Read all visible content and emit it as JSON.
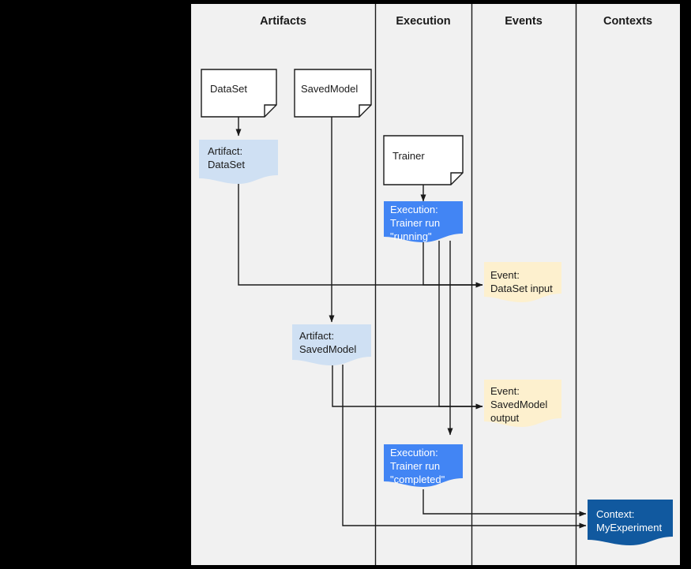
{
  "diagram": {
    "type": "swimlane-lineage-diagram",
    "background_color": "#f1f1f1",
    "page_background": "#000000",
    "columns": [
      {
        "id": "artifacts",
        "label": "Artifacts"
      },
      {
        "id": "execution",
        "label": "Execution"
      },
      {
        "id": "events",
        "label": "Events"
      },
      {
        "id": "contexts",
        "label": "Contexts"
      }
    ],
    "colors": {
      "artifact_fill": "#cfe0f3",
      "execution_fill": "#4285f4",
      "event_fill": "#fdf0ce",
      "context_fill": "#11599f",
      "type_fill": "#ffffff",
      "stroke": "#1a1a1a",
      "lane_divider": "#1a1a1a"
    },
    "nodes": [
      {
        "id": "type-dataset",
        "kind": "document-type",
        "column": "artifacts",
        "label": "DataSet"
      },
      {
        "id": "type-savedmodel",
        "kind": "document-type",
        "column": "artifacts",
        "label": "SavedModel"
      },
      {
        "id": "type-trainer",
        "kind": "document-type",
        "column": "execution",
        "label": "Trainer"
      },
      {
        "id": "artifact-dataset",
        "kind": "artifact",
        "column": "artifacts",
        "label": "Artifact:\nDataSet"
      },
      {
        "id": "artifact-savedmodel",
        "kind": "artifact",
        "column": "artifacts",
        "label": "Artifact:\nSavedModel"
      },
      {
        "id": "execution-running",
        "kind": "execution",
        "column": "execution",
        "label": "Execution:\nTrainer run\n\"running\""
      },
      {
        "id": "execution-completed",
        "kind": "execution",
        "column": "execution",
        "label": "Execution:\nTrainer run\n\"completed\""
      },
      {
        "id": "event-dataset-input",
        "kind": "event",
        "column": "events",
        "label": "Event:\nDataSet input"
      },
      {
        "id": "event-savedmodel-output",
        "kind": "event",
        "column": "events",
        "label": "Event:\nSavedModel\noutput"
      },
      {
        "id": "context-myexperiment",
        "kind": "context",
        "column": "contexts",
        "label": "Context:\nMyExperiment"
      }
    ],
    "edges": [
      {
        "from": "type-dataset",
        "to": "artifact-dataset",
        "style": "arrow"
      },
      {
        "from": "type-trainer",
        "to": "execution-running",
        "style": "arrow"
      },
      {
        "from": "type-savedmodel",
        "to": "artifact-savedmodel",
        "style": "arrow"
      },
      {
        "from": "artifact-dataset",
        "to": "event-dataset-input",
        "style": "arrow"
      },
      {
        "from": "execution-running",
        "to": "event-dataset-input",
        "style": "arrow"
      },
      {
        "from": "execution-running",
        "to": "event-savedmodel-output",
        "style": "arrow"
      },
      {
        "from": "execution-running",
        "to": "execution-completed",
        "style": "arrow"
      },
      {
        "from": "artifact-savedmodel",
        "to": "event-savedmodel-output",
        "style": "arrow"
      },
      {
        "from": "execution-completed",
        "to": "context-myexperiment",
        "style": "arrow"
      },
      {
        "from": "artifact-savedmodel",
        "to": "context-myexperiment",
        "style": "arrow"
      }
    ]
  }
}
